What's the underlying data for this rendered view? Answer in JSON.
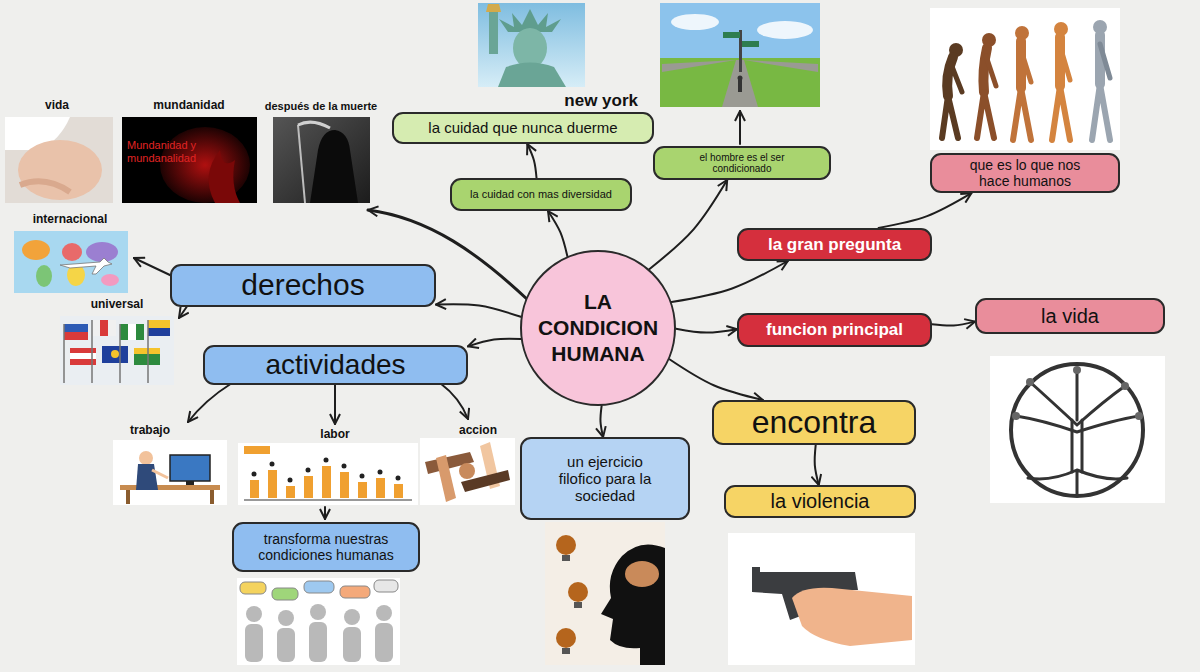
{
  "diagram": {
    "nodes": [
      {
        "text": [
          "new york",
          "la cuidad que nunca duerme"
        ]
      },
      {
        "text": [
          "la cuidad con mas diversidad"
        ]
      },
      {
        "text": [
          "el hombre es el ser condicionado"
        ]
      },
      {
        "text": [
          "que es lo que nos hace humanos"
        ]
      },
      {
        "text": [
          "derechos"
        ]
      },
      {
        "text": [
          "la gran pregunta"
        ]
      },
      {
        "text": [
          "LA CONDICION HUMANA"
        ]
      },
      {
        "text": [
          "funcion principal"
        ]
      },
      {
        "text": [
          "la vida"
        ]
      },
      {
        "text": [
          "actividades"
        ]
      },
      {
        "text": [
          "un ejercicio filofico para la sociedad"
        ]
      },
      {
        "text": [
          "encontra"
        ]
      },
      {
        "text": [
          "la violencia"
        ]
      },
      {
        "text": [
          "transforma nuestras condiciones humanas"
        ]
      }
    ],
    "edges": [
      {
        "from": 6,
        "to": 1,
        "arrow": "to"
      },
      {
        "from": 1,
        "to": 0,
        "arrow": "to"
      },
      {
        "from": 6,
        "to": 2,
        "arrow": "to"
      },
      {
        "from": 6,
        "to": 5,
        "arrow": "to"
      },
      {
        "from": 5,
        "to": 3,
        "arrow": "to"
      },
      {
        "from": 6,
        "to": 7,
        "arrow": "to"
      },
      {
        "from": 7,
        "to": 8,
        "arrow": "to"
      },
      {
        "from": 6,
        "to": 11,
        "arrow": "to"
      },
      {
        "from": 11,
        "to": 12,
        "arrow": "to"
      },
      {
        "from": 6,
        "to": 10,
        "arrow": "to"
      },
      {
        "from": 6,
        "to": 4,
        "arrow": "to"
      },
      {
        "from": 6,
        "to": 9,
        "arrow": "to"
      }
    ],
    "labels": [
      "vida",
      "mundanidad",
      "después de la muerte",
      "Mundanidad y mundanalidad",
      "internacional",
      "universal",
      "trabajo",
      "labor",
      "accion"
    ]
  }
}
